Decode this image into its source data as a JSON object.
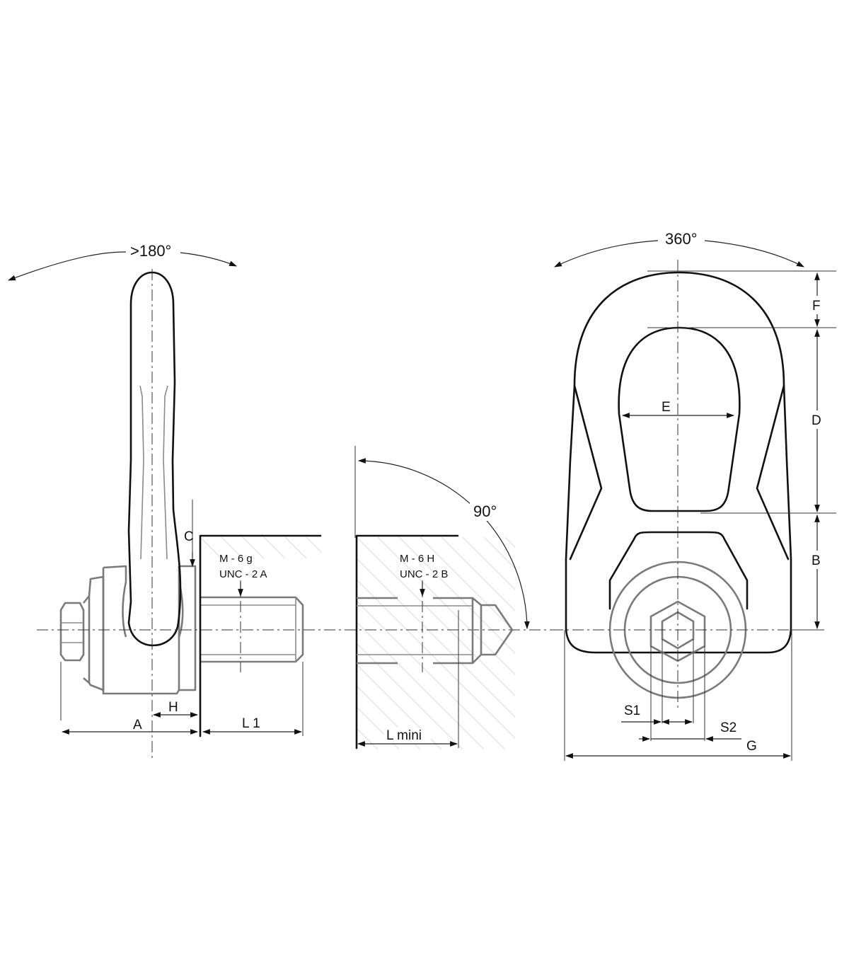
{
  "labels": {
    "angle_side": ">180°",
    "angle_top": "360°",
    "angle_thread": "90°",
    "dim_a": "A",
    "dim_b": "B",
    "dim_c": "C",
    "dim_d": "D",
    "dim_e": "E",
    "dim_f": "F",
    "dim_g": "G",
    "dim_h": "H",
    "dim_l1": "L 1",
    "dim_lmini": "L mini",
    "dim_s1": "S1",
    "dim_s2": "S2",
    "bolt_thread_metric": "M - 6 g",
    "bolt_thread_unc": "UNC - 2 A",
    "hole_thread_metric": "M - 6 H",
    "hole_thread_unc": "UNC - 2 B"
  }
}
